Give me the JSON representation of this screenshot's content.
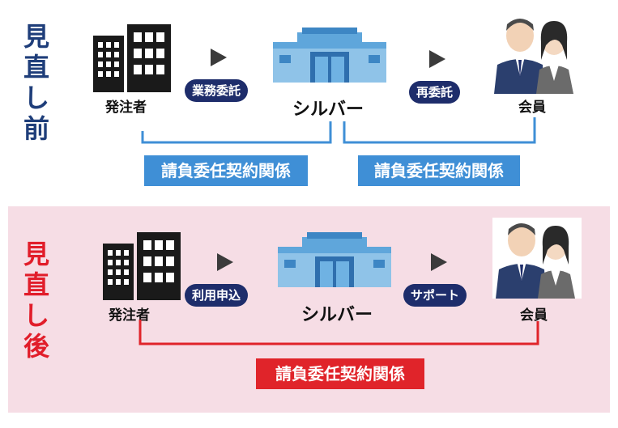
{
  "before": {
    "title_chars": [
      "見",
      "直",
      "し",
      "前"
    ],
    "client_label": "発注者",
    "center_label": "シルバー",
    "member_label": "会員",
    "flow_left_pill": "業務委託",
    "flow_right_pill": "再委託",
    "relation_left": "請負委任契約関係",
    "relation_right": "請負委任契約関係",
    "colors": {
      "title": "#1f3e7a",
      "relation": "#3f8fd6",
      "bracket": "#3f8fd6",
      "pill": "#1e2d6b"
    }
  },
  "after": {
    "title_chars": [
      "見",
      "直",
      "し",
      "後"
    ],
    "client_label": "発注者",
    "center_label": "シルバー",
    "member_label": "会員",
    "flow_left_pill": "利用申込",
    "flow_right_pill": "サポート",
    "relation": "請負委任契約関係",
    "colors": {
      "title": "#e11d2a",
      "relation": "#e0242a",
      "bracket": "#e0242a",
      "pill": "#1e2d6b",
      "background": "#f6dde5"
    }
  }
}
